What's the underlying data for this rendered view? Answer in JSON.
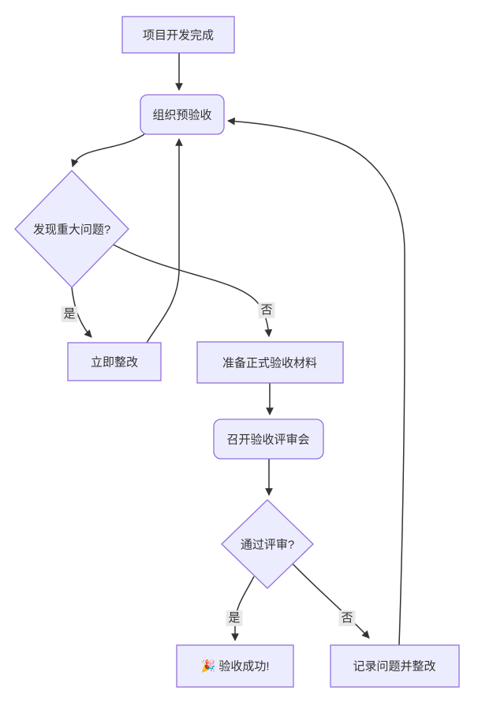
{
  "diagram": {
    "type": "flowchart",
    "direction": "top-down",
    "colors": {
      "node_fill": "#ECECFF",
      "node_border": "#9370DB",
      "edge_color": "#333333",
      "label_bg": "#e8e8e8",
      "text_color": "#333333",
      "canvas_bg": "#ffffff"
    },
    "nodes": [
      {
        "id": "start",
        "label": "项目开发完成",
        "shape": "rect"
      },
      {
        "id": "organize",
        "label": "组织预验收",
        "shape": "rounded"
      },
      {
        "id": "major-issue",
        "label": "发现重大问题?",
        "shape": "diamond"
      },
      {
        "id": "fix-now",
        "label": "立即整改",
        "shape": "rect"
      },
      {
        "id": "prepare",
        "label": "准备正式验收材料",
        "shape": "rect"
      },
      {
        "id": "review-meeting",
        "label": "召开验收评审会",
        "shape": "rounded"
      },
      {
        "id": "pass-review",
        "label": "通过评审?",
        "shape": "diamond"
      },
      {
        "id": "success",
        "label": "🎉 验收成功!",
        "shape": "rect"
      },
      {
        "id": "record",
        "label": "记录问题并整改",
        "shape": "rect"
      }
    ],
    "edges": [
      {
        "from": "start",
        "to": "organize",
        "label": ""
      },
      {
        "from": "organize",
        "to": "major-issue",
        "label": ""
      },
      {
        "from": "major-issue",
        "to": "fix-now",
        "label": "是"
      },
      {
        "from": "fix-now",
        "to": "organize",
        "label": ""
      },
      {
        "from": "major-issue",
        "to": "prepare",
        "label": "否"
      },
      {
        "from": "prepare",
        "to": "review-meeting",
        "label": ""
      },
      {
        "from": "review-meeting",
        "to": "pass-review",
        "label": ""
      },
      {
        "from": "pass-review",
        "to": "success",
        "label": "是"
      },
      {
        "from": "pass-review",
        "to": "record",
        "label": "否"
      },
      {
        "from": "record",
        "to": "organize",
        "label": ""
      }
    ]
  }
}
